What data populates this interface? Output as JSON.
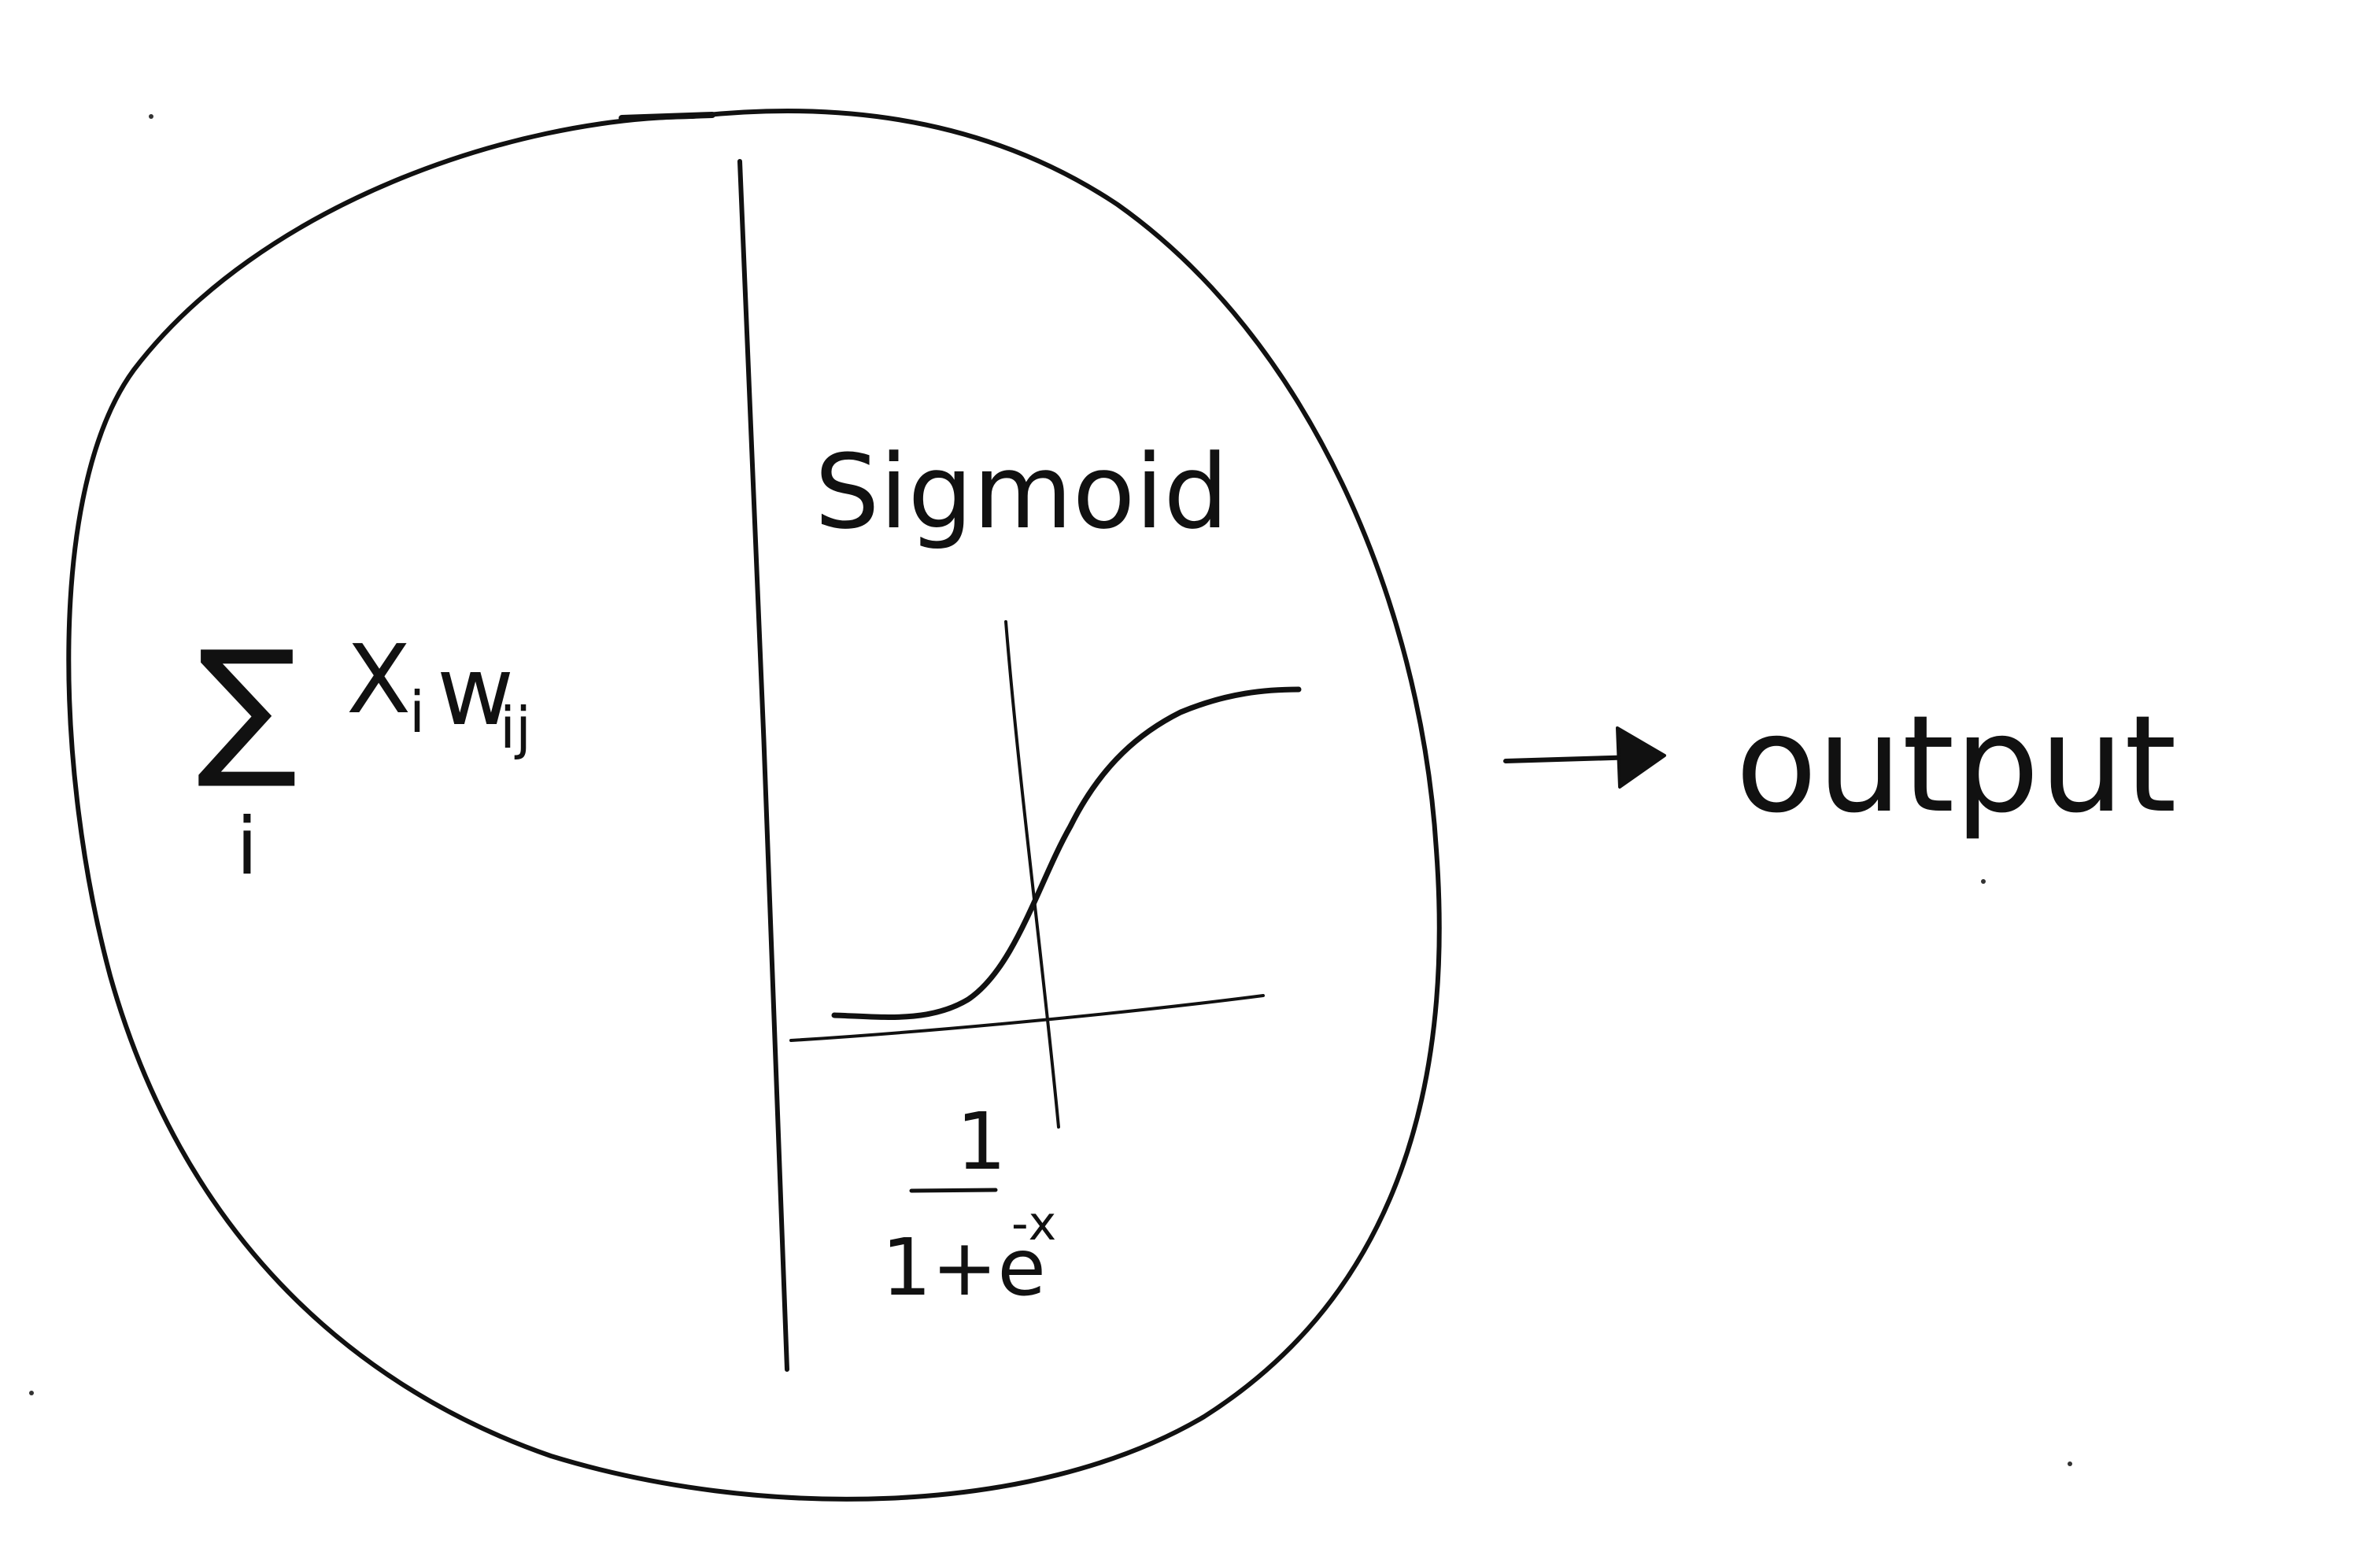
{
  "neuron": {
    "summation": {
      "sigma": "∑",
      "index": "i",
      "term_x": "X",
      "term_x_sub": "i",
      "term_w": "w",
      "term_w_sub": "ij"
    },
    "activation": {
      "title": "Sigmoid",
      "formula_numerator": "1",
      "formula_denominator": "1+e",
      "formula_exponent": "-x"
    }
  },
  "output": {
    "label": "output"
  },
  "colors": {
    "ink": "#111111",
    "paper": "#ffffff"
  }
}
